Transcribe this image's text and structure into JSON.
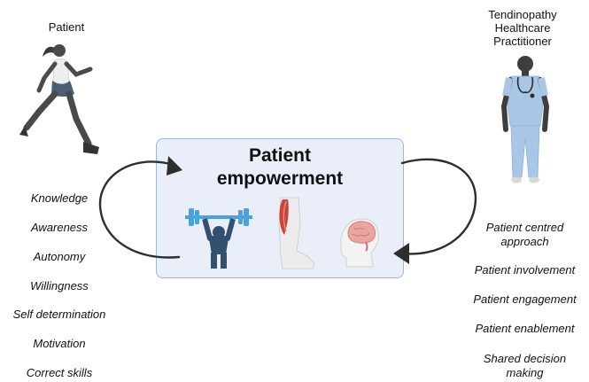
{
  "patient_label": "Patient",
  "practitioner_label": [
    "Tendinopathy",
    "Healthcare",
    "Practitioner"
  ],
  "center_title": [
    "Patient",
    "empowerment"
  ],
  "patient_attributes": [
    "Knowledge",
    "Awareness",
    "Autonomy",
    "Willingness",
    "Self determination",
    "Motivation",
    "Correct skills"
  ],
  "practitioner_attributes": [
    [
      "Patient centred",
      "approach"
    ],
    [
      "Patient involvement"
    ],
    [
      "Patient engagement"
    ],
    [
      "Patient enablement"
    ],
    [
      "Shared decision",
      "making"
    ]
  ],
  "icons": [
    "runner-icon",
    "doctor-icon",
    "weightlifter-icon",
    "leg-muscle-icon",
    "head-brain-icon",
    "cycle-arrow-left-icon",
    "cycle-arrow-right-icon"
  ]
}
